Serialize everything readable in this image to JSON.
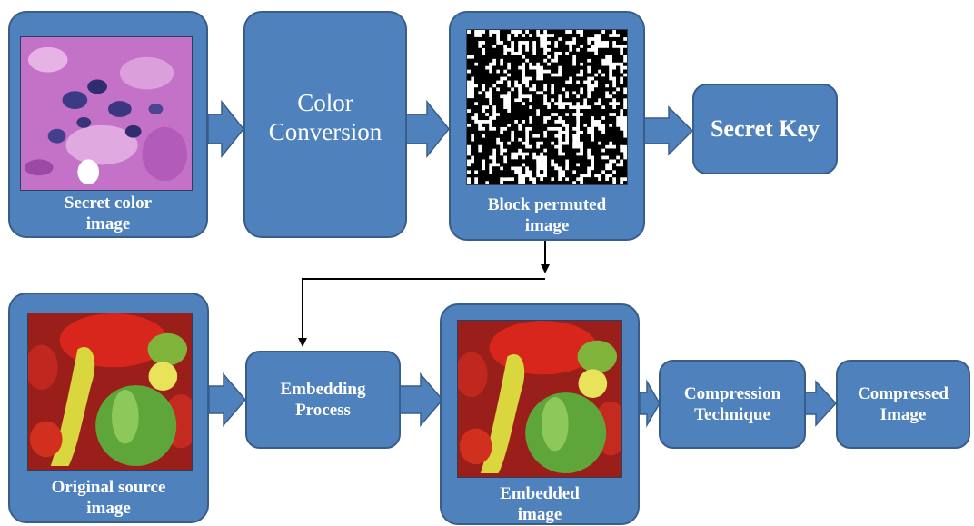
{
  "nodes": {
    "secret_color_image": {
      "label": [
        "Secret color",
        "image"
      ]
    },
    "color_conversion": {
      "label": [
        "Color",
        "Conversion"
      ]
    },
    "block_permuted_image": {
      "label": [
        "Block permuted",
        "image"
      ]
    },
    "secret_key": {
      "label": "Secret Key"
    },
    "original_source_image": {
      "label": [
        "Original source",
        "image"
      ]
    },
    "embedding_process": {
      "label": [
        "Embedding",
        "Process"
      ]
    },
    "embedded_image": {
      "label": [
        "Embedded",
        "image"
      ]
    },
    "compression_technique": {
      "label": [
        "Compression",
        "Technique"
      ]
    },
    "compressed_image": {
      "label": [
        "Compressed",
        "Image"
      ]
    }
  },
  "colors": {
    "box_fill": "#4f81bd",
    "box_border": "#385d8a",
    "arrow_fill": "#4f81bd",
    "connector": "#000000",
    "text": "#ffffff"
  }
}
